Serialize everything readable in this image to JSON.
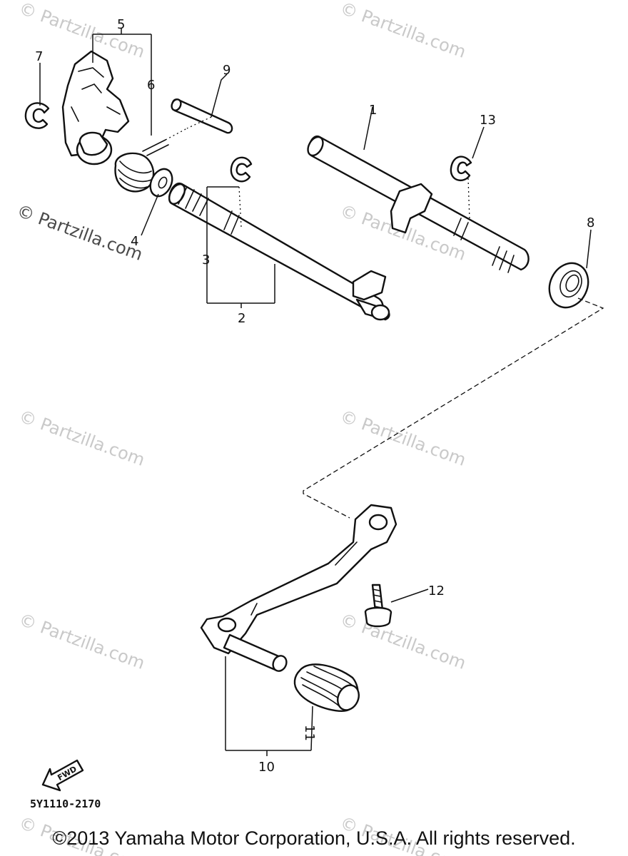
{
  "watermark": "© Partzilla.com",
  "callouts": {
    "c1": "1",
    "c2": "2",
    "c3": "3",
    "c4": "4",
    "c5": "5",
    "c6": "6",
    "c7": "7",
    "c8": "8",
    "c9": "9",
    "c10": "10",
    "c11": "11",
    "c12": "12",
    "c13": "13"
  },
  "forward_label": "FWD",
  "diagram_code": "5Y1110-2170",
  "copyright": "©2013 Yamaha Motor Corporation, U.S.A. All rights reserved."
}
